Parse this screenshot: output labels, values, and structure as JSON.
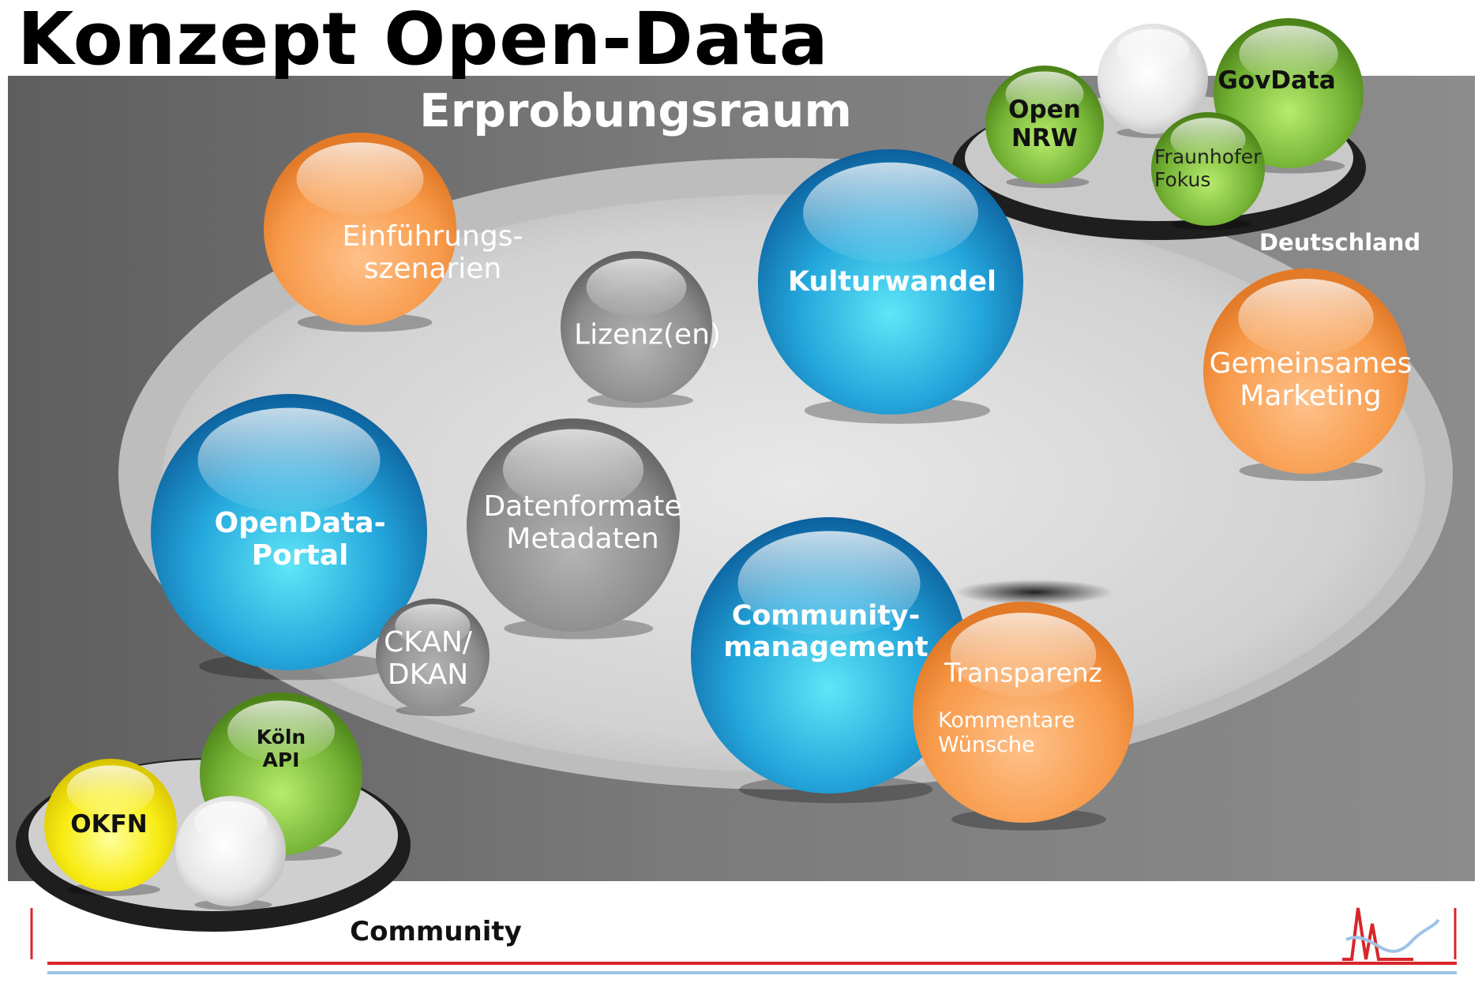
{
  "title": "Konzept Open-Data",
  "sections": {
    "erprobungsraum": "Erprobungsraum",
    "deutschland": "Deutschland",
    "community": "Community"
  },
  "bubbles": {
    "einfuehrung": "Einführungs-\nszenarien",
    "lizenz": "Lizenz(en)",
    "kulturwandel": "Kulturwandel",
    "marketing": "Gemeinsames\nMarketing",
    "portal": "OpenData-\nPortal",
    "datenformate": "Datenformate\nMetadaten",
    "ckan": "CKAN/\nDKAN",
    "communitymgmt": "Community-\nmanagement",
    "transparenz": "Transparenz",
    "transparenz_sub": "Kommentare\nWünsche",
    "opennrw": "Open\nNRW",
    "govdata": "GovData",
    "fraunhofer": "Fraunhofer\nFokus",
    "koeln": "Köln\nAPI",
    "okfn": "OKFN"
  },
  "colors": {
    "orange": "#f59a4b",
    "blue": "#1b8fd0",
    "gray": "#8a8a8a",
    "green": "#6aa52b",
    "yellow": "#f5e400",
    "red_line": "#d8262b",
    "blue_line": "#9ec3e6"
  }
}
